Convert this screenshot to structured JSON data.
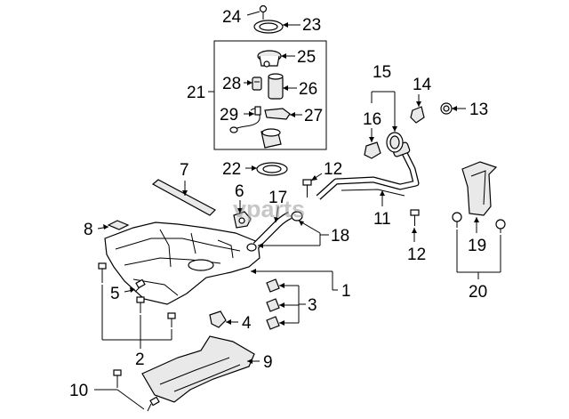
{
  "watermark": "vparts",
  "callouts": {
    "c1": "1",
    "c2": "2",
    "c3": "3",
    "c4": "4",
    "c5": "5",
    "c6": "6",
    "c7": "7",
    "c8": "8",
    "c9": "9",
    "c10": "10",
    "c11": "11",
    "c12a": "12",
    "c12b": "12",
    "c13": "13",
    "c14": "14",
    "c15": "15",
    "c16": "16",
    "c17": "17",
    "c18": "18",
    "c19": "19",
    "c20": "20",
    "c21": "21",
    "c22": "22",
    "c23": "23",
    "c24": "24",
    "c25": "25",
    "c26": "26",
    "c27": "27",
    "c28": "28",
    "c29": "29"
  }
}
